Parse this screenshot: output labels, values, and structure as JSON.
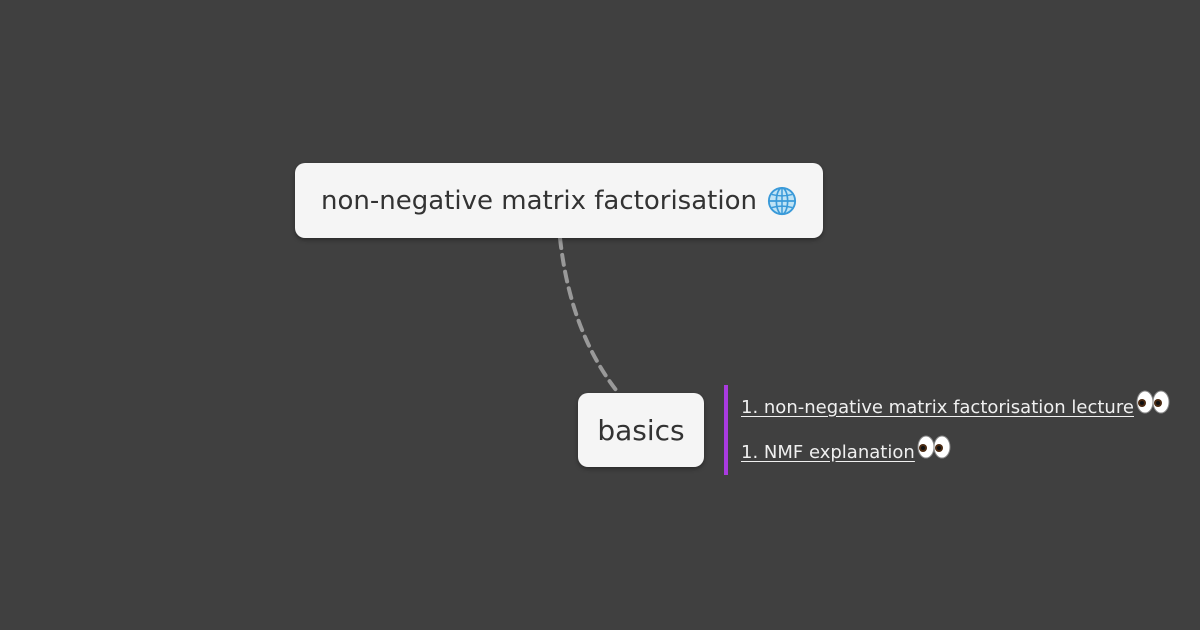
{
  "mindmap": {
    "root": {
      "label": "non-negative matrix factorisation",
      "icon": "globe-icon"
    },
    "child": {
      "label": "basics"
    },
    "notes": [
      {
        "label": "1. non-negative matrix factorisation lecture",
        "icon": "eyes-icon"
      },
      {
        "label": "1. NMF explanation",
        "icon": "eyes-icon"
      }
    ]
  },
  "colors": {
    "background": "#404040",
    "node_fill": "#f5f5f5",
    "node_text": "#333333",
    "connector": "#999999",
    "notes_bar": "#a93be0",
    "link_text": "#f0f0f0"
  }
}
